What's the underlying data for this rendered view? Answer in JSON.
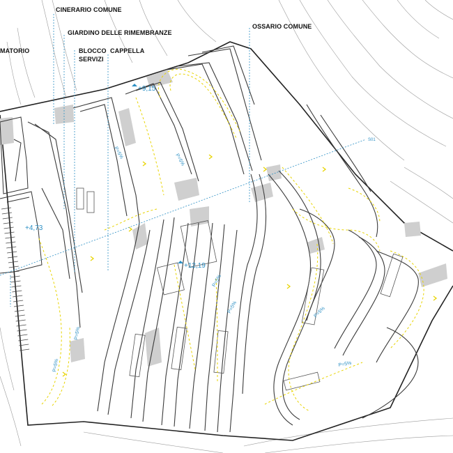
{
  "labels": {
    "cinerario": "CINERARIO COMUNE",
    "giardino": "GIARDINO DELLE RIMEMBRANZE",
    "blocco_1": "BLOCCO",
    "blocco_2": "SERVIZI",
    "cappella": "CAPPELLA",
    "crematorio": "MATORIO",
    "ossario": "OSSARIO COMUNE"
  },
  "elevations": {
    "e1": "+9,15",
    "e2": "+12,19",
    "e3": "+4,73"
  },
  "slopes": {
    "s1": "P=5%",
    "s2": "P=5%",
    "s3": "P=5%",
    "s4": "P=5%",
    "s5": "P=5%",
    "s6": "P=5%",
    "s7": "P=5%",
    "s8": "P=5%"
  },
  "section_mark": "S01",
  "colors": {
    "line": "#4a4a4a",
    "wall": "#333333",
    "path_dashed": "#e8d400",
    "leader": "#2b8fc4",
    "shade": "#c8c8c8",
    "contour": "#9a9a9a"
  }
}
